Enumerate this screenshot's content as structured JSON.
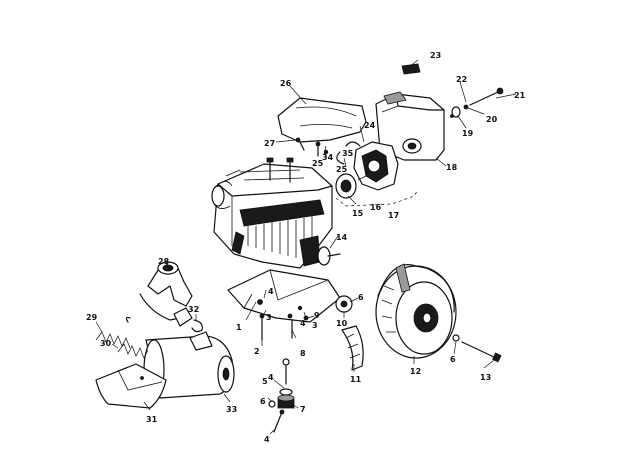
{
  "callouts": [
    {
      "id": "c1",
      "label": "1"
    },
    {
      "id": "c2",
      "label": "2"
    },
    {
      "id": "c3a",
      "label": "3"
    },
    {
      "id": "c3b",
      "label": "3"
    },
    {
      "id": "c4a",
      "label": "4"
    },
    {
      "id": "c4b",
      "label": "4"
    },
    {
      "id": "c4c",
      "label": "4"
    },
    {
      "id": "c4d",
      "label": "4"
    },
    {
      "id": "c5",
      "label": "5"
    },
    {
      "id": "c6a",
      "label": "6"
    },
    {
      "id": "c6b",
      "label": "6"
    },
    {
      "id": "c6c",
      "label": "6"
    },
    {
      "id": "c7",
      "label": "7"
    },
    {
      "id": "c8",
      "label": "8"
    },
    {
      "id": "c9",
      "label": "9"
    },
    {
      "id": "c10",
      "label": "10"
    },
    {
      "id": "c11",
      "label": "11"
    },
    {
      "id": "c12",
      "label": "12"
    },
    {
      "id": "c13",
      "label": "13"
    },
    {
      "id": "c14",
      "label": "14"
    },
    {
      "id": "c15",
      "label": "15"
    },
    {
      "id": "c16",
      "label": "16"
    },
    {
      "id": "c17",
      "label": "17"
    },
    {
      "id": "c18",
      "label": "18"
    },
    {
      "id": "c19",
      "label": "19"
    },
    {
      "id": "c20",
      "label": "20"
    },
    {
      "id": "c21",
      "label": "21"
    },
    {
      "id": "c22",
      "label": "22"
    },
    {
      "id": "c23",
      "label": "23"
    },
    {
      "id": "c24",
      "label": "24"
    },
    {
      "id": "c25a",
      "label": "25"
    },
    {
      "id": "c25b",
      "label": "25"
    },
    {
      "id": "c26",
      "label": "26"
    },
    {
      "id": "c27",
      "label": "27"
    },
    {
      "id": "c28",
      "label": "28"
    },
    {
      "id": "c29",
      "label": "29"
    },
    {
      "id": "c30",
      "label": "30"
    },
    {
      "id": "c31",
      "label": "31"
    },
    {
      "id": "c32",
      "label": "32"
    },
    {
      "id": "c33",
      "label": "33"
    },
    {
      "id": "c34",
      "label": "34"
    },
    {
      "id": "c35",
      "label": "35"
    }
  ]
}
